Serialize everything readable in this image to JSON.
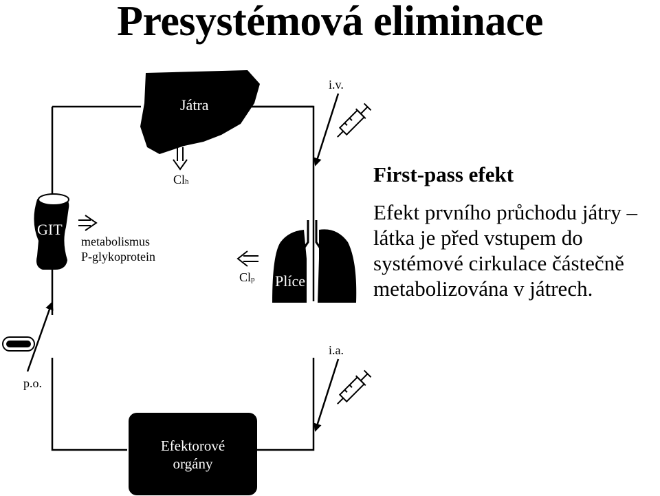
{
  "title": "Presystémová eliminace",
  "labels": {
    "liver": "Játra",
    "git": "GIT",
    "lungs": "Plíce",
    "organs_line1": "Efektorové",
    "organs_line2": "orgány",
    "iv": "i.v.",
    "ia": "i.a.",
    "po": "p.o.",
    "clh_main": "Cl",
    "clh_sub": "h",
    "clp_main": "Cl",
    "clp_sub": "p",
    "gut_line1": "metabolismus",
    "gut_line2": "P-glykoprotein"
  },
  "text_block": {
    "heading": "First-pass efekt",
    "lines": [
      "Efekt prvního průchodu játry –",
      "látka je před vstupem do",
      "systémové cirkulace částečně",
      "metabolizována v játrech."
    ]
  },
  "colors": {
    "ink": "#000000",
    "paper": "#ffffff"
  },
  "icons": [
    "syringe-icon",
    "syringe-icon",
    "tablet-icon",
    "double-arrow-down-icon",
    "double-arrow-right-icon",
    "double-arrow-left-icon"
  ]
}
